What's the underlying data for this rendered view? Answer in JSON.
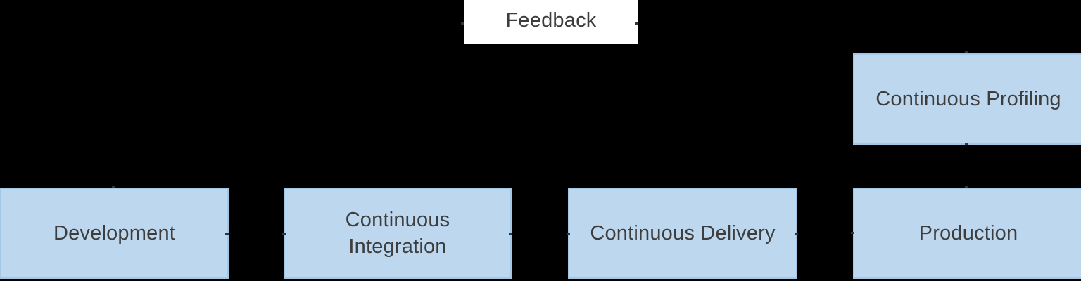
{
  "diagram": {
    "title_hint": "DevOps continuous feedback loop diagram",
    "colors": {
      "background": "#000000",
      "node_fill": "#BDD7EE",
      "node_border": "#A3C7E6",
      "node_text": "#3D3D3D",
      "feedback_fill": "#FFFFFF",
      "connector_stub": "#353535"
    },
    "nodes": {
      "feedback": {
        "label": "Feedback"
      },
      "continuous_profiling": {
        "label": "Continuous Profiling"
      },
      "development": {
        "label": "Development"
      },
      "continuous_integration": {
        "label": "Continuous Integration"
      },
      "continuous_delivery": {
        "label": "Continuous Delivery"
      },
      "production": {
        "label": "Production"
      }
    },
    "edges": [
      {
        "from": "development",
        "to": "continuous_integration"
      },
      {
        "from": "continuous_integration",
        "to": "continuous_delivery"
      },
      {
        "from": "continuous_delivery",
        "to": "production"
      },
      {
        "from": "production",
        "to": "continuous_profiling"
      },
      {
        "from": "continuous_profiling",
        "to": "feedback"
      },
      {
        "from": "feedback",
        "to": "development"
      }
    ],
    "edge_note": "Connector arrows are drawn in black and are not visible against the black background; only small stub marks show where they meet the boxes."
  }
}
